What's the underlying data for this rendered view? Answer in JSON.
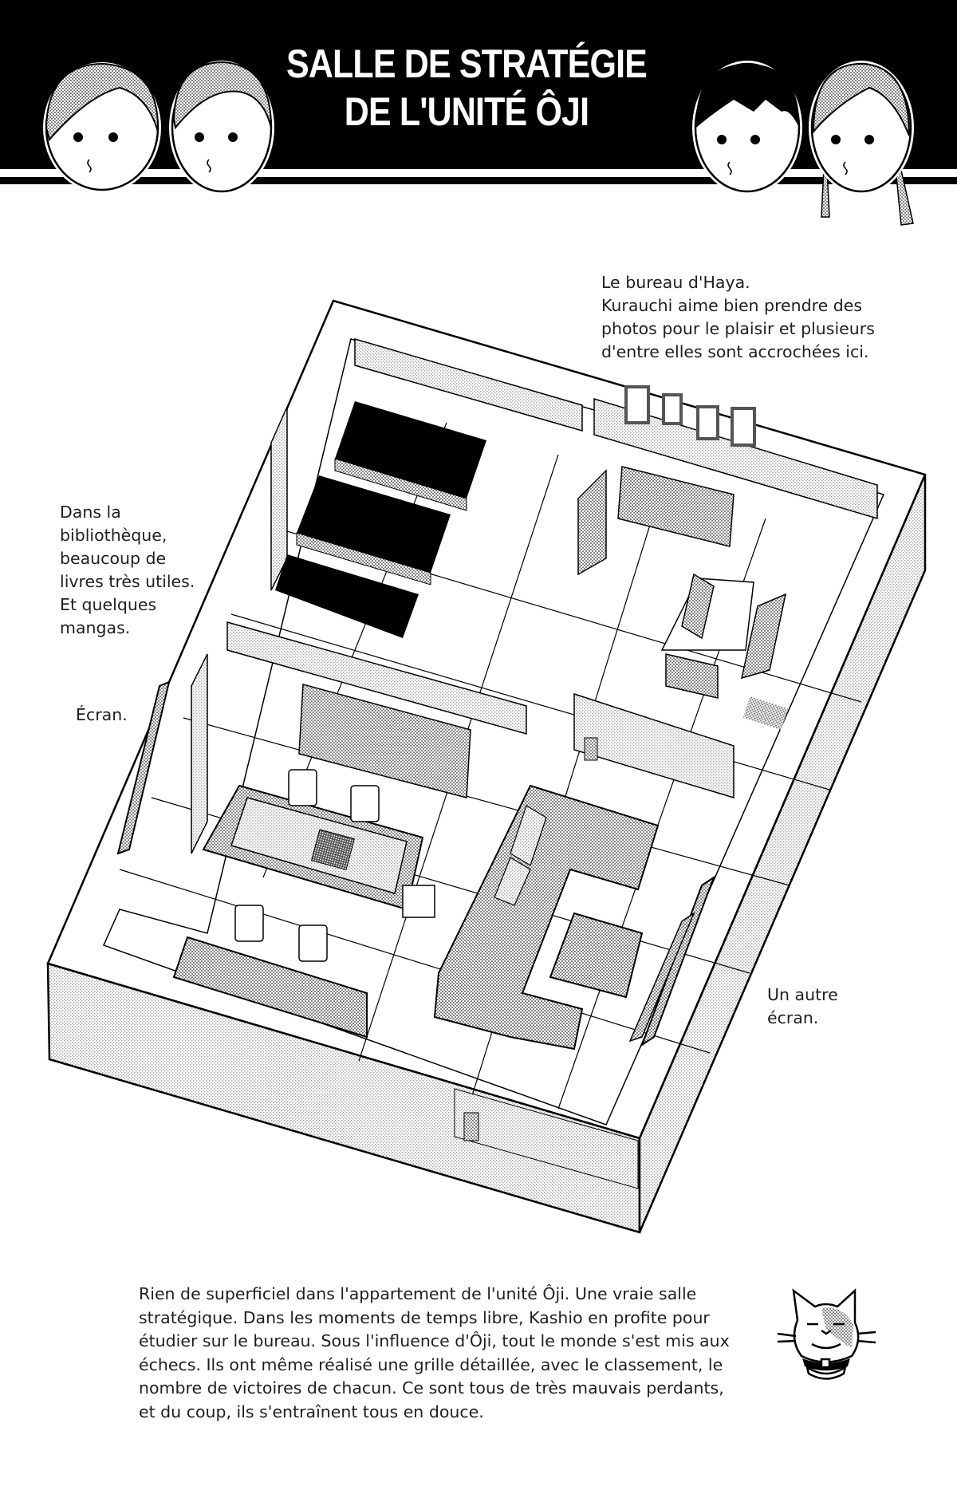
{
  "header": {
    "title_lines": [
      "SALLE DE STRATÉGIE",
      "DE L'UNITÉ ÔJI"
    ],
    "faces": [
      "character-face-1",
      "character-face-2",
      "character-face-3",
      "character-face-4"
    ]
  },
  "captions": {
    "office": [
      "Le bureau d'Haya.",
      "Kurauchi aime bien prendre des",
      "photos pour le plaisir et plusieurs",
      "d'entre elles sont accrochées ici."
    ],
    "library": [
      "Dans la",
      "bibliothèque,",
      "beaucoup de",
      "livres très utiles.",
      "Et quelques",
      "mangas."
    ],
    "screen_left": [
      "Écran."
    ],
    "screen_right": [
      "Un autre",
      "écran."
    ]
  },
  "body": {
    "lines": [
      "Rien de superficiel dans l'appartement de l'unité Ôji. Une vraie salle",
      "stratégique. Dans les moments de temps libre, Kashio en profite pour",
      "étudier sur le bureau. Sous l'influence d'Ôji, tout le monde s'est mis aux",
      "échecs. Ils ont même réalisé une grille détaillée, avec le classement, le",
      "nombre de victoires de chacun. Ce sont tous de très mauvais perdants,",
      "et du coup, ils s'entraînent tous en douce."
    ]
  },
  "mascot": {
    "icon": "cat-mascot-icon"
  },
  "colors": {
    "ink": "#000000",
    "paper": "#ffffff",
    "tone_light": "#e6e6e6",
    "tone_mid": "#b8b8b8",
    "tone_dark": "#6e6e6e"
  }
}
